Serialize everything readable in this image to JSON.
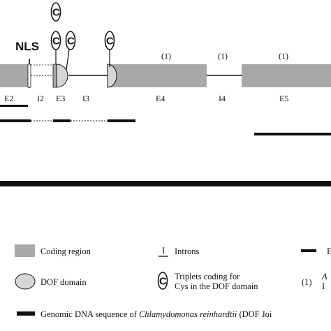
{
  "figure": {
    "nls_label": "NLS",
    "cys_glyph": "C",
    "ref_marks": [
      "(1)",
      "(1)",
      "(1)"
    ],
    "segments": {
      "e2": "E2",
      "i2": "I2",
      "e3": "E3",
      "i3": "I3",
      "e4": "E4",
      "i4": "I4",
      "e5": "E5"
    }
  },
  "legend": {
    "coding_region": "Coding region",
    "introns_symbol": "I",
    "introns": "Introns",
    "dof_domain": "DOF domain",
    "cys_symbol": "C",
    "cys_line1": "Triplets coding for",
    "cys_line2": "Cys in the DOF domain",
    "ref_symbol": "(1)",
    "ref_text_top": "A",
    "ref_text_bottom": "I",
    "bar_label_cut": "E",
    "genomic_prefix": "Genomic DNA sequence of ",
    "genomic_species": "Chlamydomonas reinhardtii",
    "genomic_suffix": " (DOF Joi"
  },
  "colors": {
    "coding_fill": "#a8a8a8",
    "dof_fill": "#d6d6d6",
    "line": "#111111"
  }
}
